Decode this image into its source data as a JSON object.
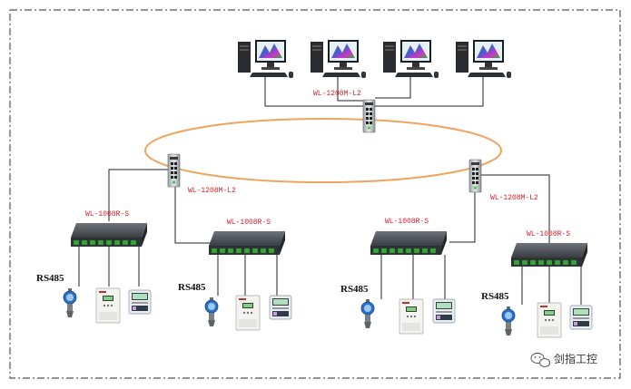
{
  "colors": {
    "ring": "#f0a35a",
    "label": "#d3202a",
    "wire": "#222222",
    "border": "#555555"
  },
  "ring_switches": [
    {
      "label": "WL-1208M-L2"
    },
    {
      "label": "WL-1208M-L2"
    },
    {
      "label": "WL-1208M-L2"
    }
  ],
  "serial_servers": [
    {
      "label": "WL-1008R-S"
    },
    {
      "label": "WL-1008R-S"
    },
    {
      "label": "WL-1008R-S"
    },
    {
      "label": "WL-1008R-S"
    }
  ],
  "field_groups": [
    {
      "protocol": "RS485"
    },
    {
      "protocol": "RS485"
    },
    {
      "protocol": "RS485"
    },
    {
      "protocol": "RS485"
    }
  ],
  "watermark": {
    "brand": "剑指工控",
    "icon": "wechat-icon"
  }
}
